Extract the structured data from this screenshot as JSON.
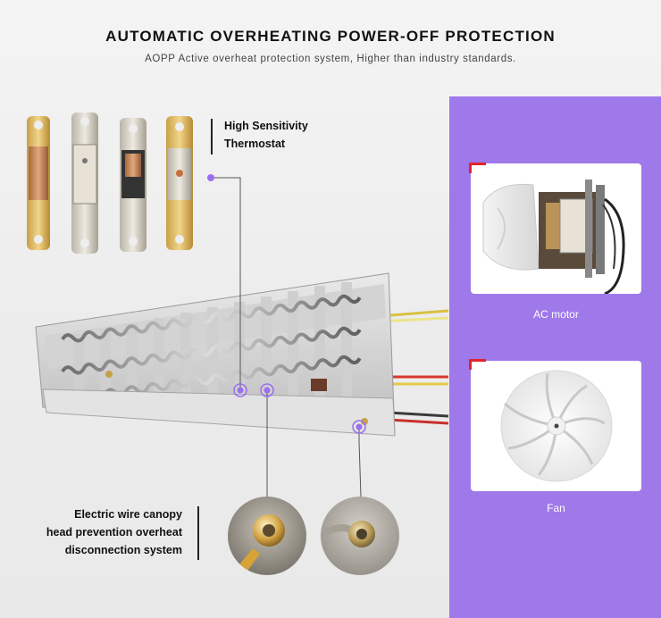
{
  "header": {
    "title": "AUTOMATIC OVERHEATING POWER-OFF PROTECTION",
    "subtitle": "AOPP Active overheat protection system, Higher than industry standards."
  },
  "callouts": {
    "thermostat": [
      "High Sensitivity",
      "Thermostat"
    ],
    "wire_canopy": [
      "Electric wire canopy",
      "head prevention overheat",
      "disconnection system"
    ]
  },
  "panel": {
    "motor_label": "AC motor",
    "fan_label": "Fan"
  },
  "colors": {
    "accent_purple": "#9f79ea",
    "marker_purple": "#9b6ff0",
    "tick_red": "#e0242a"
  },
  "icons": [
    "thermostat-icon",
    "heating-coil-icon",
    "ac-motor-icon",
    "fan-icon",
    "wire-terminal-icon"
  ]
}
